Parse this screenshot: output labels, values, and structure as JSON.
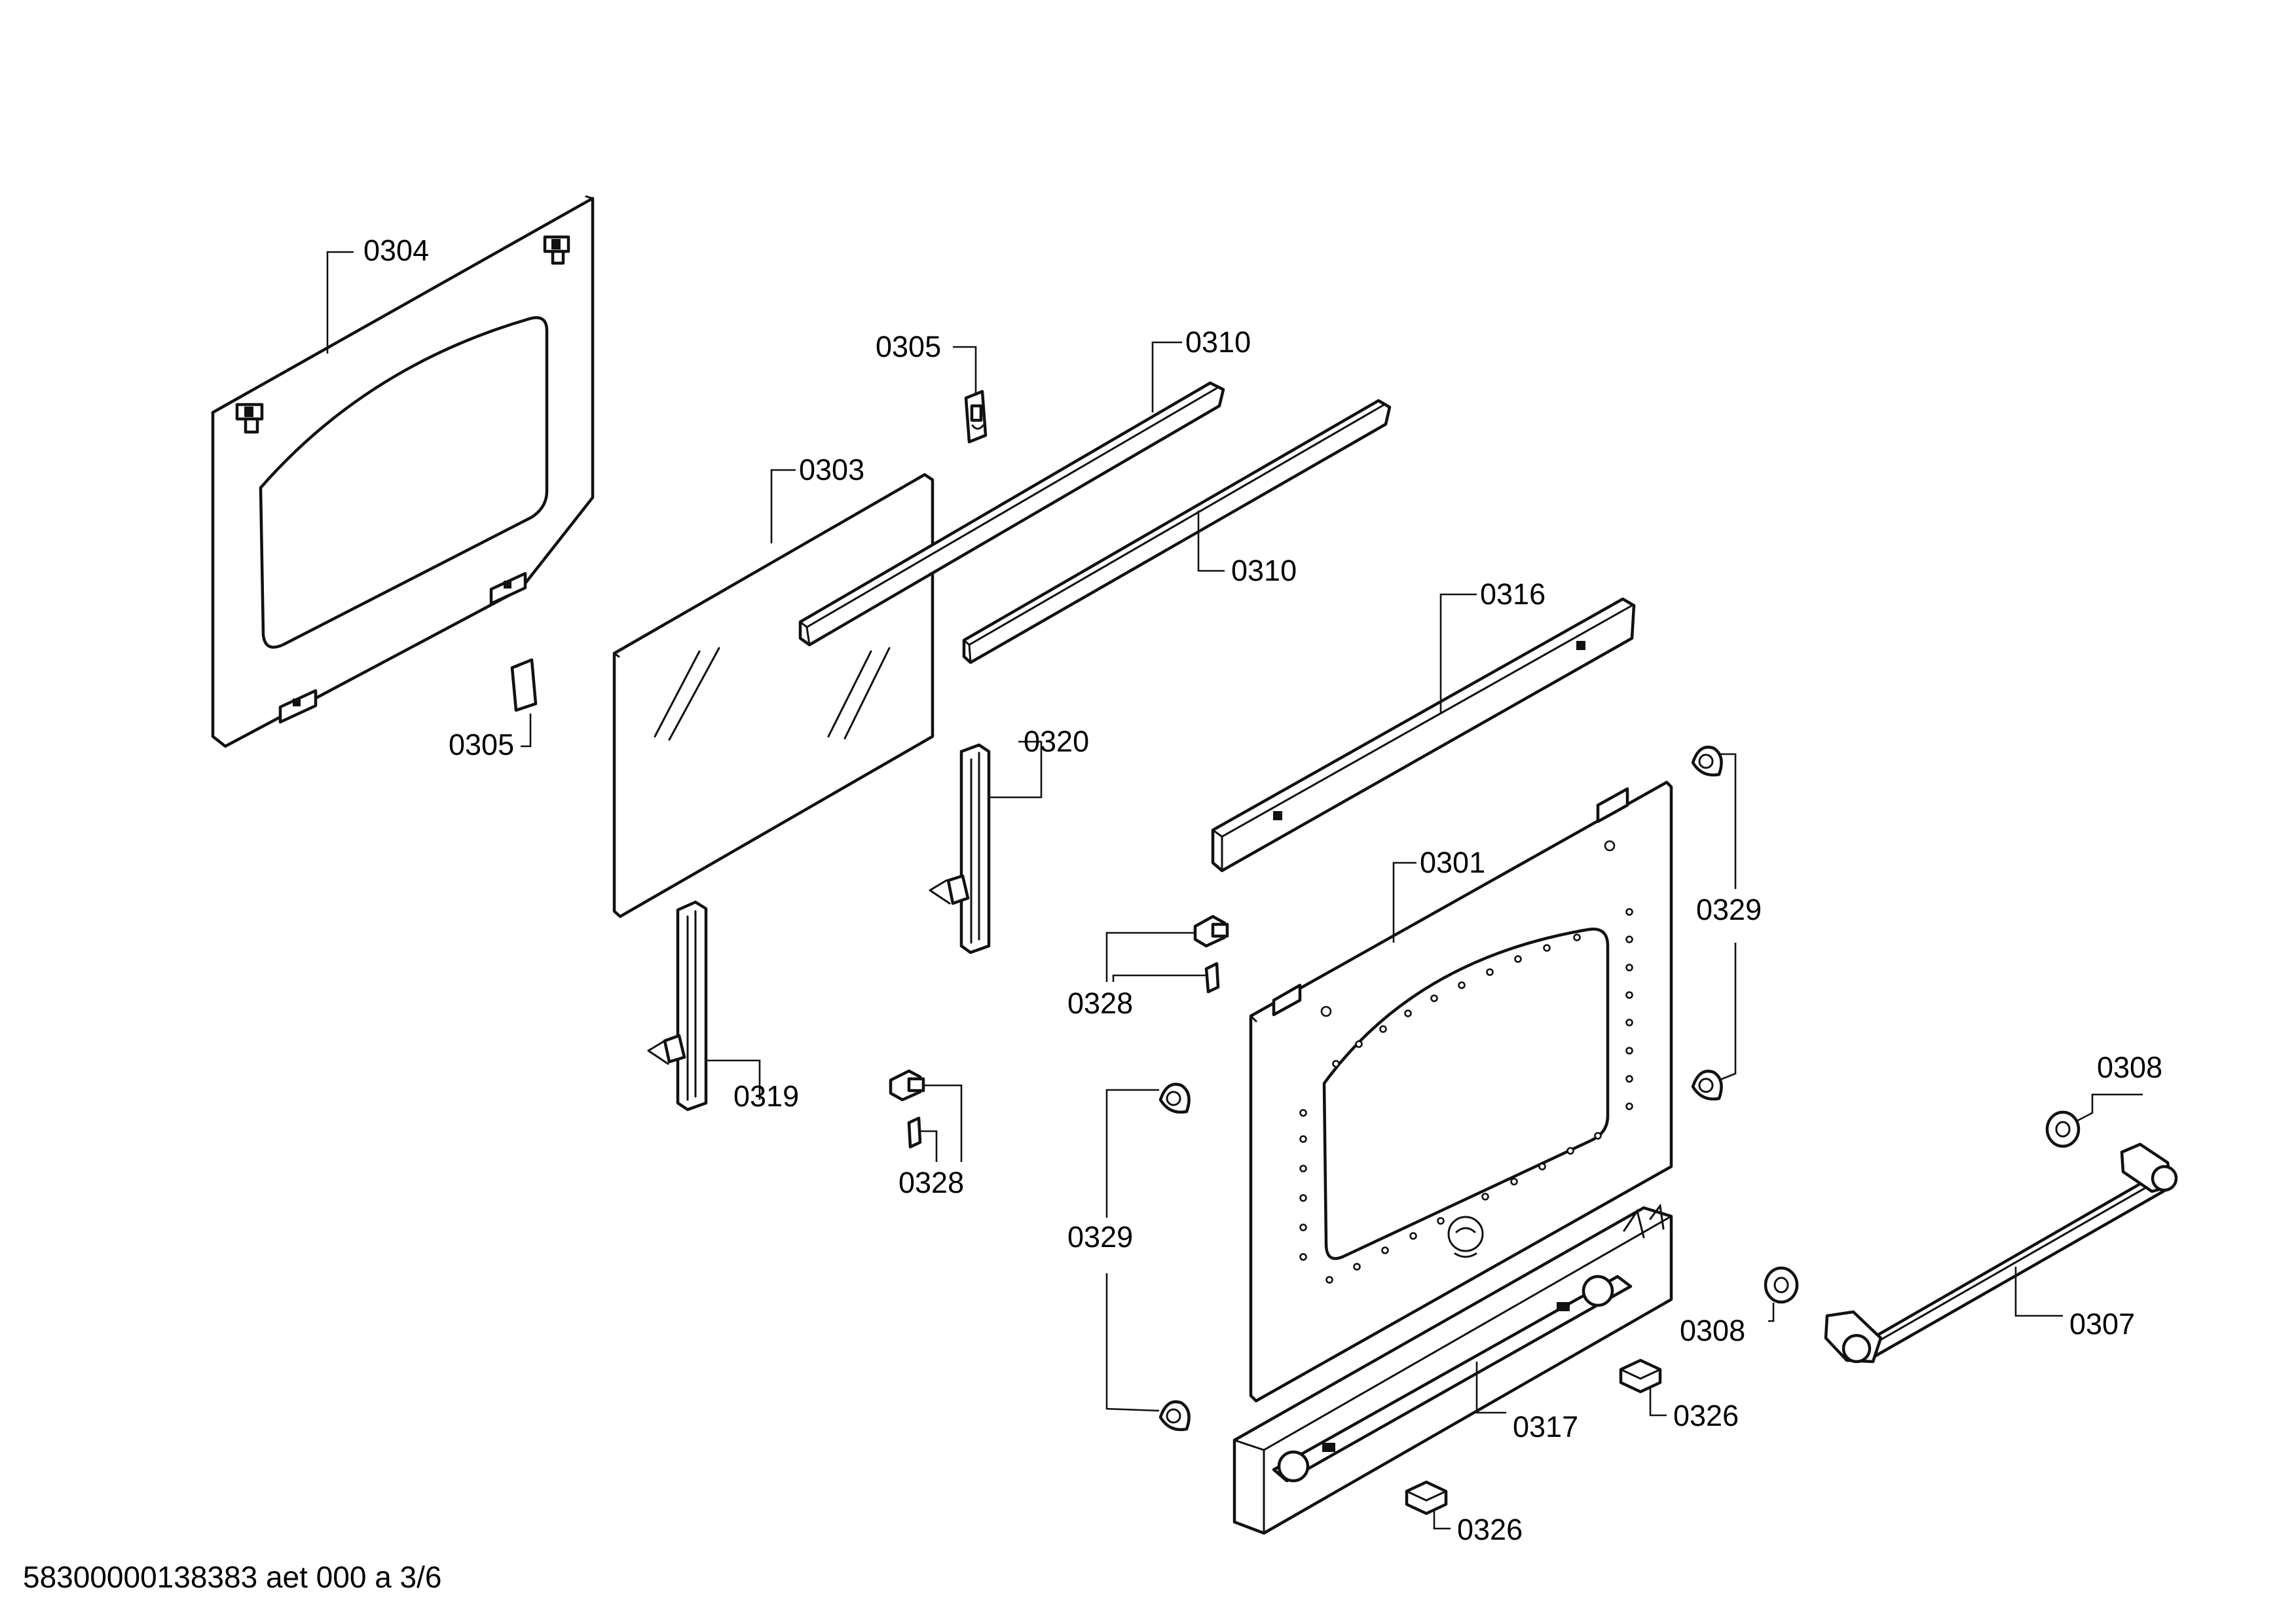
{
  "labels": {
    "l0304": "0304",
    "l0305a": "0305",
    "l0305b": "0305",
    "l0310a": "0310",
    "l0310b": "0310",
    "l0303": "0303",
    "l0316": "0316",
    "l0320": "0320",
    "l0301": "0301",
    "l0329a": "0329",
    "l0329b": "0329",
    "l0328a": "0328",
    "l0328b": "0328",
    "l0319": "0319",
    "l0308a": "0308",
    "l0308b": "0308",
    "l0307": "0307",
    "l0317": "0317",
    "l0326a": "0326",
    "l0326b": "0326"
  },
  "footer": {
    "doc_id": "58300000138383 aet 000 a 3/6"
  }
}
